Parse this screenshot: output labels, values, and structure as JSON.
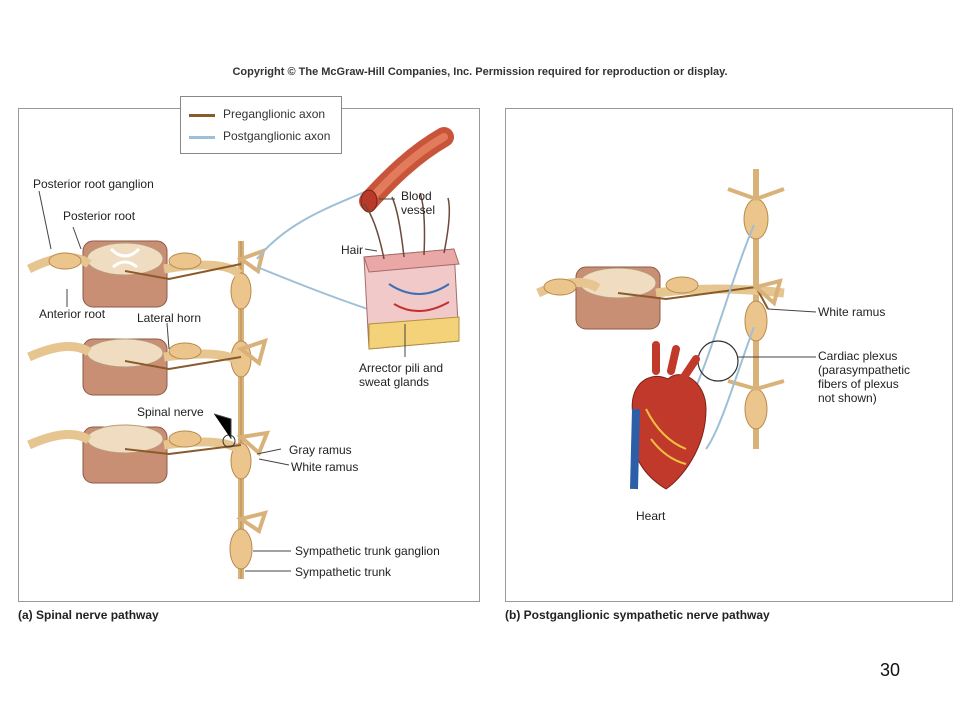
{
  "copyright": "Copyright © The McGraw-Hill Companies, Inc. Permission required for reproduction or display.",
  "legend": {
    "preganglionic": {
      "label": "Preganglionic axon",
      "color": "#8b5a2b"
    },
    "postganglionic": {
      "label": "Postganglionic axon",
      "color": "#9fbfd6"
    }
  },
  "panel_a": {
    "caption": "(a) Spinal nerve pathway",
    "labels": {
      "posterior_root_ganglion": "Posterior root ganglion",
      "posterior_root": "Posterior root",
      "anterior_root": "Anterior root",
      "lateral_horn": "Lateral horn",
      "spinal_nerve": "Spinal nerve",
      "gray_ramus": "Gray ramus",
      "white_ramus": "White ramus",
      "sympathetic_trunk_ganglion": "Sympathetic trunk ganglion",
      "sympathetic_trunk": "Sympathetic trunk",
      "blood_vessel": "Blood\nvessel",
      "hair": "Hair",
      "arrector_pili": "Arrector pili and\nsweat glands"
    }
  },
  "panel_b": {
    "caption": "(b) Postganglionic sympathetic nerve pathway",
    "labels": {
      "white_ramus": "White ramus",
      "cardiac_plexus": "Cardiac plexus\n(parasympathetic\nfibers of plexus\nnot shown)",
      "heart": "Heart"
    }
  },
  "page_number": "30"
}
